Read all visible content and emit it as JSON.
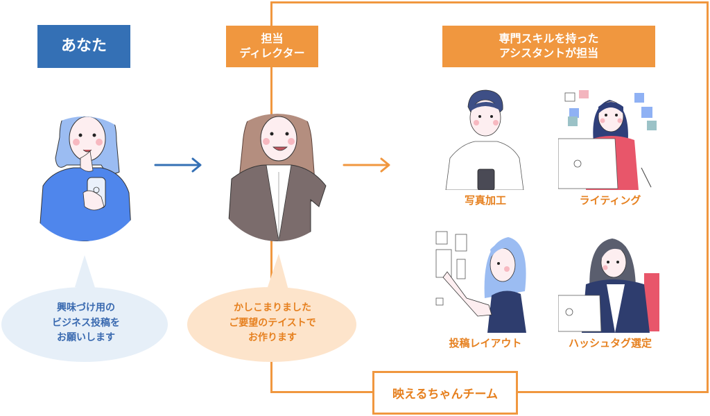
{
  "colors": {
    "blue": "#3470b5",
    "orange": "#f0973f",
    "orange_text": "#e6801f",
    "bubble_blue": "#e6eff8",
    "bubble_orange": "#fde4cb"
  },
  "client": {
    "title": "あなた",
    "bubble_lines": [
      "興味づけ用の",
      "ビジネス投稿を",
      "お願いします"
    ]
  },
  "director": {
    "title_lines": [
      "担当",
      "ディレクター"
    ],
    "bubble_lines": [
      "かしこまりました",
      "ご要望のテイストで",
      "お作ります"
    ]
  },
  "team": {
    "header_lines": [
      "専門スキルを持った",
      "アシスタントが担当"
    ],
    "skills": [
      {
        "label": "写真加工",
        "icon": "photo-editor-person"
      },
      {
        "label": "ライティング",
        "icon": "writer-person"
      },
      {
        "label": "投稿レイアウト",
        "icon": "layout-designer-person"
      },
      {
        "label": "ハッシュタグ選定",
        "icon": "hashtag-selector-person"
      }
    ],
    "name": "映えるちゃんチーム"
  },
  "arrows": [
    {
      "from": "client",
      "to": "director",
      "color": "blue"
    },
    {
      "from": "director",
      "to": "team",
      "color": "orange"
    }
  ]
}
